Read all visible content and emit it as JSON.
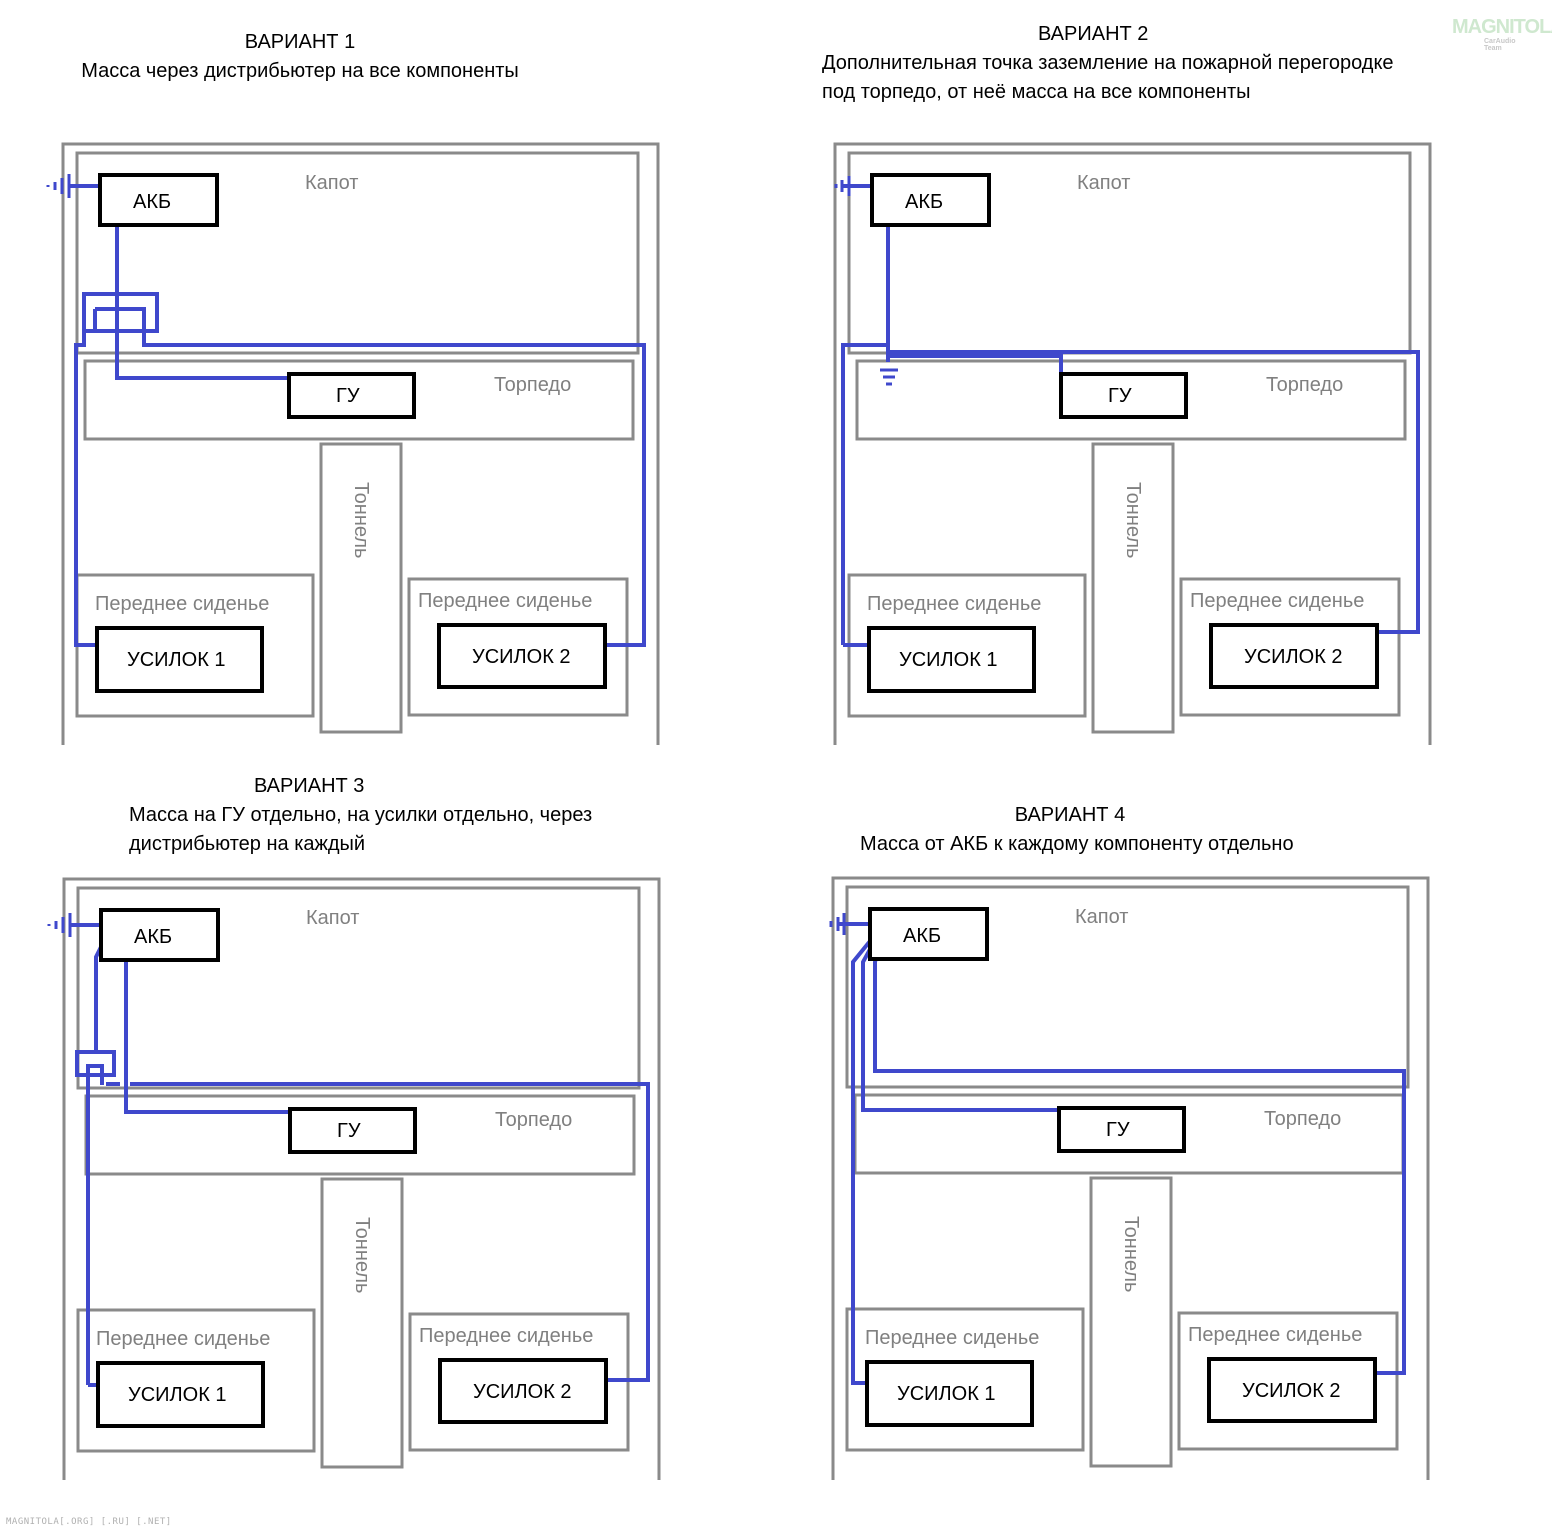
{
  "variants": [
    {
      "title": "ВАРИАНТ 1",
      "desc_lines": [
        "Масса через дистрибьютер на все компоненты"
      ],
      "labels": {
        "hood": "Капот",
        "dash": "Торпедо",
        "tunnel": "Тоннель",
        "seat_left": "Переднее сиденье",
        "seat_right": "Переднее сиденье"
      },
      "components": {
        "battery": "АКБ",
        "head_unit": "ГУ",
        "amp1": "УСИЛОК 1",
        "amp2": "УСИЛОК 2"
      }
    },
    {
      "title": "ВАРИАНТ 2",
      "desc_lines": [
        "Дополнительная точка заземление на пожарной перегородке",
        "под торпедо, от неё масса на все компоненты"
      ],
      "labels": {
        "hood": "Капот",
        "dash": "Торпедо",
        "tunnel": "Тоннель",
        "seat_left": "Переднее сиденье",
        "seat_right": "Переднее сиденье"
      },
      "components": {
        "battery": "АКБ",
        "head_unit": "ГУ",
        "amp1": "УСИЛОК 1",
        "amp2": "УСИЛОК 2"
      }
    },
    {
      "title": "ВАРИАНТ 3",
      "desc_lines": [
        "Масса на ГУ отдельно, на усилки отдельно, через",
        "дистрибьютер на каждый"
      ],
      "labels": {
        "hood": "Капот",
        "dash": "Торпедо",
        "tunnel": "Тоннель",
        "seat_left": "Переднее сиденье",
        "seat_right": "Переднее сиденье"
      },
      "components": {
        "battery": "АКБ",
        "head_unit": "ГУ",
        "amp1": "УСИЛОК 1",
        "amp2": "УСИЛОК 2"
      }
    },
    {
      "title": "ВАРИАНТ 4",
      "desc_lines": [
        "Масса от АКБ к каждому компоненту отдельно"
      ],
      "labels": {
        "hood": "Капот",
        "dash": "Торпедо",
        "tunnel": "Тоннель",
        "seat_left": "Переднее сиденье",
        "seat_right": "Переднее сиденье"
      },
      "components": {
        "battery": "АКБ",
        "head_unit": "ГУ",
        "amp1": "УСИЛОК 1",
        "amp2": "УСИЛОК 2"
      }
    }
  ],
  "colors": {
    "wire": "#3f48cc",
    "zone": "#8a8a8a",
    "component": "#000000",
    "zone_text": "#808080"
  },
  "watermark": {
    "brand": "MAGNITOLA",
    "sub": "CarAudio Team",
    "footer": "MAGNITOLA[.ORG] [.RU] [.NET]"
  }
}
